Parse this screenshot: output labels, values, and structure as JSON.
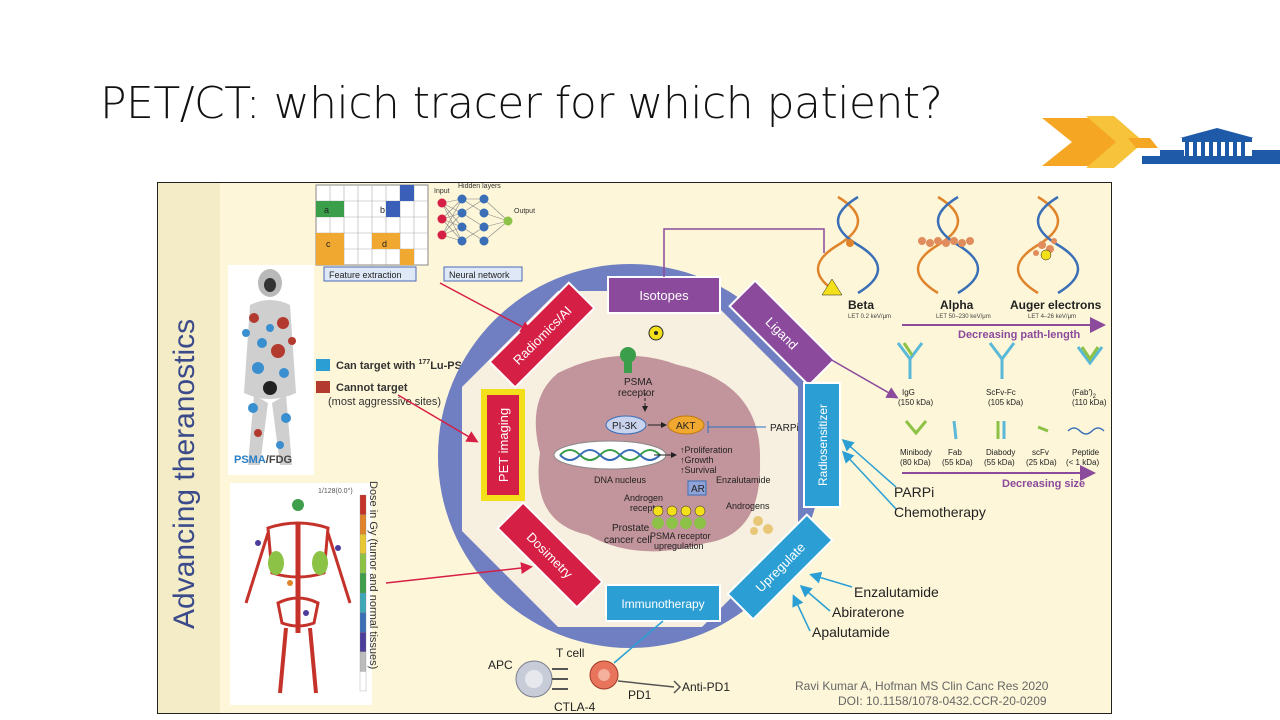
{
  "slide": {
    "title": "PET/CT: which tracer for which patient?"
  },
  "figure": {
    "side_title": "Advancing  theranostics",
    "ai_panel": {
      "input_label": "Input",
      "hidden_label": "Hidden layers",
      "output_label": "Output",
      "feature_box": "Feature extraction",
      "nn_box": "Neural network",
      "grid_letters": [
        "a",
        "b",
        "c",
        "d"
      ]
    },
    "octagon_labels": {
      "isotopes": "Isotopes",
      "ligand": "Ligand",
      "radiosensitizer": "Radiosensitizer",
      "upregulate": "Upregulate",
      "immunotherapy": "Immunotherapy",
      "dosimetry": "Dosimetry",
      "pet_imaging": "PET imaging",
      "radiomics": "Radiomics/AI"
    },
    "cell": {
      "psma_receptor_1": "PSMA",
      "psma_receptor_2": "receptor",
      "pi3k": "PI-3K",
      "akt": "AKT",
      "parpi": "PARPi",
      "proliferation": "↑Proliferation",
      "growth": "↑Growth",
      "survival": "↑Survival",
      "dna_nucleus": "DNA nucleus",
      "ar": "AR",
      "enzalutamide": "Enzalutamide",
      "androgens": "Androgens",
      "androgen_receptor_1": "Androgen",
      "androgen_receptor_2": "receptor",
      "prostate_1": "Prostate",
      "prostate_2": "cancer cell",
      "psma_up_1": "PSMA receptor",
      "psma_up_2": "upregulation"
    },
    "left_panel": {
      "can_target_prefix": "Can target with ",
      "can_target_iso": "177",
      "can_target_suffix": "Lu-PSMA",
      "cannot_target": "Cannot target",
      "most_aggressive": "(most aggressive sites)",
      "psma": "PSMA",
      "slash": "/",
      "fdg": "FDG",
      "dose_scale_top": "1/128(0.0°)",
      "dose_label": "Dose in Gy (tumor and normal tissues)",
      "dose_colors": [
        "#c4322a",
        "#e0842c",
        "#e8c832",
        "#8cc246",
        "#3e9e4a",
        "#3ea8b8",
        "#3a6fb8",
        "#4a3e9a",
        "#bcbcbc",
        "#ffffff"
      ]
    },
    "isotopes": {
      "beta": "Beta",
      "beta_let": "LET 0.2 keV/μm",
      "alpha": "Alpha",
      "alpha_let": "LET 50–230 keV/μm",
      "auger": "Auger electrons",
      "auger_let": "LET 4–26 keV/μm",
      "path_length": "Decreasing path-length"
    },
    "ligands": {
      "igg": "IgG",
      "igg_kda": "(150 kDa)",
      "scfv_fc": "ScFv-Fc",
      "scfv_fc_kda": "(105 kDa)",
      "fab2_main": "(Fab′)",
      "fab2_sub": "2",
      "fab2_kda": "(110 kDa)",
      "minibody": "Minibody",
      "minibody_kda": "(80 kDa)",
      "fab": "Fab",
      "fab_kda": "(55 kDa)",
      "diabody": "Diabody",
      "diabody_kda": "(55 kDa)",
      "scfv": "scFv",
      "scfv_kda": "(25 kDa)",
      "peptide": "Peptide",
      "peptide_kda": "(< 1 kDa)",
      "size": "Decreasing size"
    },
    "radiosensitizer_drugs": [
      "PARPi",
      "Chemotherapy"
    ],
    "upregulate_drugs": [
      "Enzalutamide",
      "Abiraterone",
      "Apalutamide"
    ],
    "immune": {
      "apc": "APC",
      "tcell": "T cell",
      "ctla4": "CTLA-4",
      "pd1": "PD1",
      "anti_pd1": "Anti-PD1"
    },
    "citation_1": "Ravi Kumar A, Hofman MS Clin Canc Res 2020",
    "citation_2": "DOI: 10.1158/1078-0432.CCR-20-0209"
  },
  "colors": {
    "octagon": "#6f7fc2",
    "octagon_inner": "#9aa9de",
    "purple": "#8c4a9c",
    "crimson": "#d61f44",
    "blue": "#2b9fd4",
    "highlight": "#f4e01a",
    "logo_orange": "#f5a623",
    "logo_blue": "#1e5aa8"
  }
}
